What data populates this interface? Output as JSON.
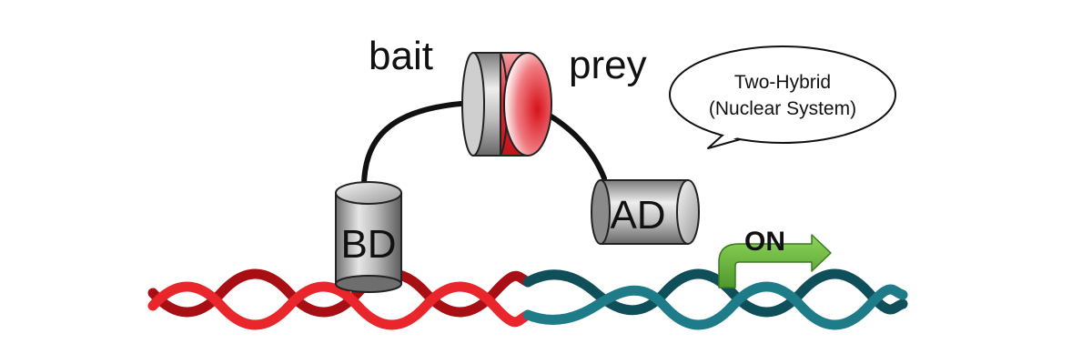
{
  "labels": {
    "bait": "bait",
    "prey": "prey",
    "bd": "BD",
    "ad": "AD",
    "on": "ON",
    "bubble_line1": "Two-Hybrid",
    "bubble_line2": "(Nuclear System)"
  },
  "colors": {
    "dna_left_front": "#e8262b",
    "dna_left_back": "#a80f14",
    "dna_right_front": "#1e7b88",
    "dna_right_back": "#0f4f5a",
    "cylinder_grey": "#9a9a9a",
    "prey_red": "#e3262f",
    "linker": "#111111",
    "arrow_green": "#6cbb3c"
  },
  "icons": {
    "transcription_arrow": "bent-arrow-right"
  }
}
